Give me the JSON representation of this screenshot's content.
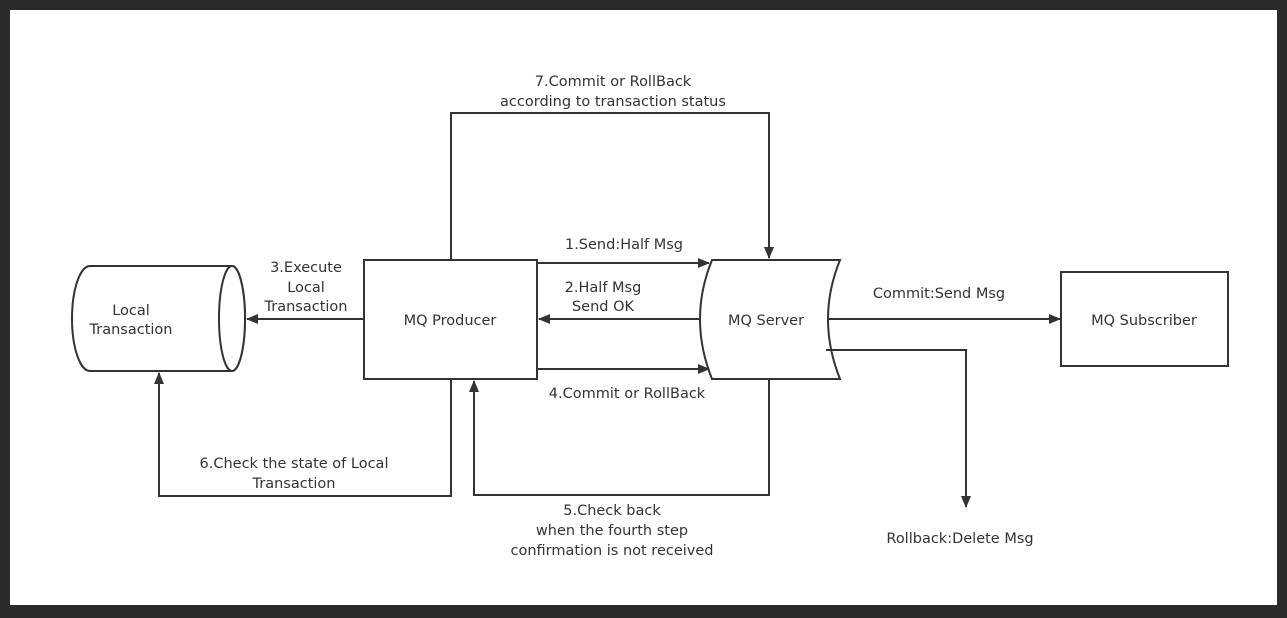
{
  "nodes": {
    "local_transaction": [
      "Local",
      "Transaction"
    ],
    "mq_producer": "MQ Producer",
    "mq_server": "MQ Server",
    "mq_subscriber": "MQ Subscriber"
  },
  "edges": {
    "step1": "1.Send:Half Msg",
    "step2": [
      "2.Half Msg",
      "Send OK"
    ],
    "step3": [
      "3.Execute",
      "Local",
      "Transaction"
    ],
    "step4": "4.Commit or RollBack",
    "step5": [
      "5.Check back",
      "when the fourth step",
      "confirmation is not received"
    ],
    "step6": [
      "6.Check the state of Local",
      "Transaction"
    ],
    "step7": [
      "7.Commit or RollBack",
      "according to transaction status"
    ],
    "commit": "Commit:Send Msg",
    "rollback": "Rollback:Delete Msg"
  },
  "colors": {
    "stroke": "#333333",
    "frame": "#2b2b2b",
    "background": "#ffffff"
  }
}
